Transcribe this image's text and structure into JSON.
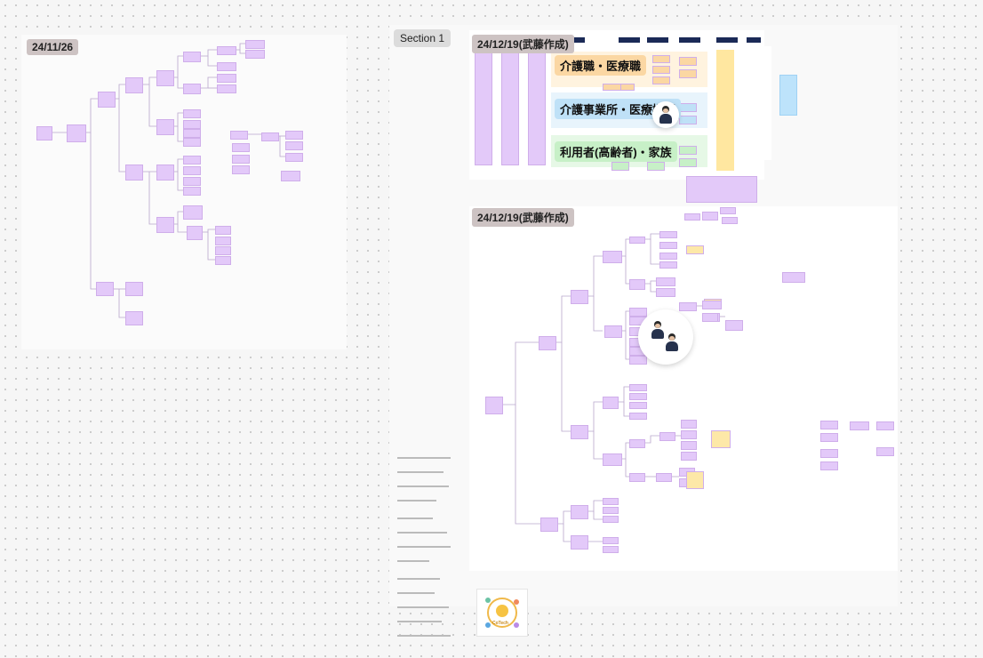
{
  "frames": {
    "first": {
      "label": "24/11/26"
    },
    "section": {
      "label": "Section 1"
    },
    "flow": {
      "label": "24/12/19(武藤作成)"
    },
    "tree": {
      "label": "24/12/19(武藤作成)"
    }
  },
  "lanes": [
    {
      "label": "介護職・医療職",
      "color": "#fbd7a3"
    },
    {
      "label": "介護事業所・医療機関",
      "color": "#bfe1f7"
    },
    {
      "label": "利用者(高齢者)・家族",
      "color": "#c7f0c7"
    }
  ],
  "colors": {
    "accent_purple": "#e3c9f9",
    "accent_yellow": "#fde8a8",
    "navy": "#1b2a57",
    "dots": "#c9c9c9"
  },
  "icons": {
    "avatar": "person-icon",
    "logo": "cotech-logo"
  },
  "logo": {
    "text": "CoTech"
  }
}
